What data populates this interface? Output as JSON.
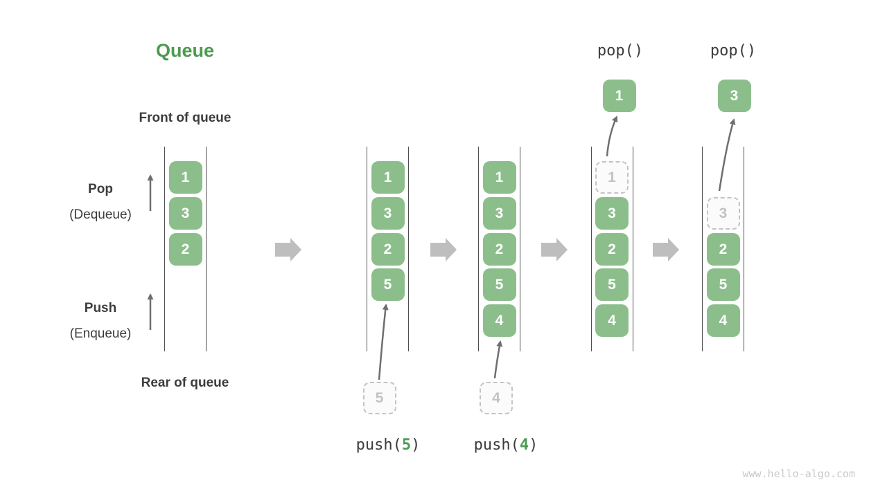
{
  "title": "Queue",
  "labels": {
    "front": "Front of queue",
    "rear": "Rear of queue",
    "pop": "Pop",
    "pop_sub": "(Dequeue)",
    "push": "Push",
    "push_sub": "(Enqueue)"
  },
  "watermark": "www.hello-algo.com",
  "colors": {
    "box_green": "#8cbe8c",
    "accent_green": "#4d9a50",
    "dark_text": "#3c3c3c",
    "thin_arrow": "#6e6e6e",
    "block_arrow": "#bebebe",
    "column_line": "#4f4f4f",
    "ghost_border": "#c4c4c4",
    "ghost_fill": "#fbfbfb",
    "ghost_text": "#c2c2c2",
    "watermark_gray": "#c9c9c9"
  },
  "columns": [
    {
      "state": "initial",
      "cells": [
        {
          "row": 0,
          "value": "1"
        },
        {
          "row": 1,
          "value": "3"
        },
        {
          "row": 2,
          "value": "2"
        }
      ]
    },
    {
      "state": "after-push-5",
      "cells": [
        {
          "row": 0,
          "value": "1"
        },
        {
          "row": 1,
          "value": "3"
        },
        {
          "row": 2,
          "value": "2"
        },
        {
          "row": 3,
          "value": "5"
        }
      ],
      "incoming": "5",
      "op": {
        "fn": "push(",
        "arg": "5",
        "close": ")"
      }
    },
    {
      "state": "after-push-4",
      "cells": [
        {
          "row": 0,
          "value": "1"
        },
        {
          "row": 1,
          "value": "3"
        },
        {
          "row": 2,
          "value": "2"
        },
        {
          "row": 3,
          "value": "5"
        },
        {
          "row": 4,
          "value": "4"
        }
      ],
      "incoming": "4",
      "op": {
        "fn": "push(",
        "arg": "4",
        "close": ")"
      }
    },
    {
      "state": "after-pop-1",
      "cells": [
        {
          "row": 0,
          "value": "1",
          "ghost": true
        },
        {
          "row": 1,
          "value": "3"
        },
        {
          "row": 2,
          "value": "2"
        },
        {
          "row": 3,
          "value": "5"
        },
        {
          "row": 4,
          "value": "4"
        }
      ],
      "popped": "1",
      "op_top": "pop()"
    },
    {
      "state": "after-pop-3",
      "cells": [
        {
          "row": 1,
          "value": "3",
          "ghost": true
        },
        {
          "row": 2,
          "value": "2"
        },
        {
          "row": 3,
          "value": "5"
        },
        {
          "row": 4,
          "value": "4"
        }
      ],
      "popped": "3",
      "op_top": "pop()"
    }
  ]
}
